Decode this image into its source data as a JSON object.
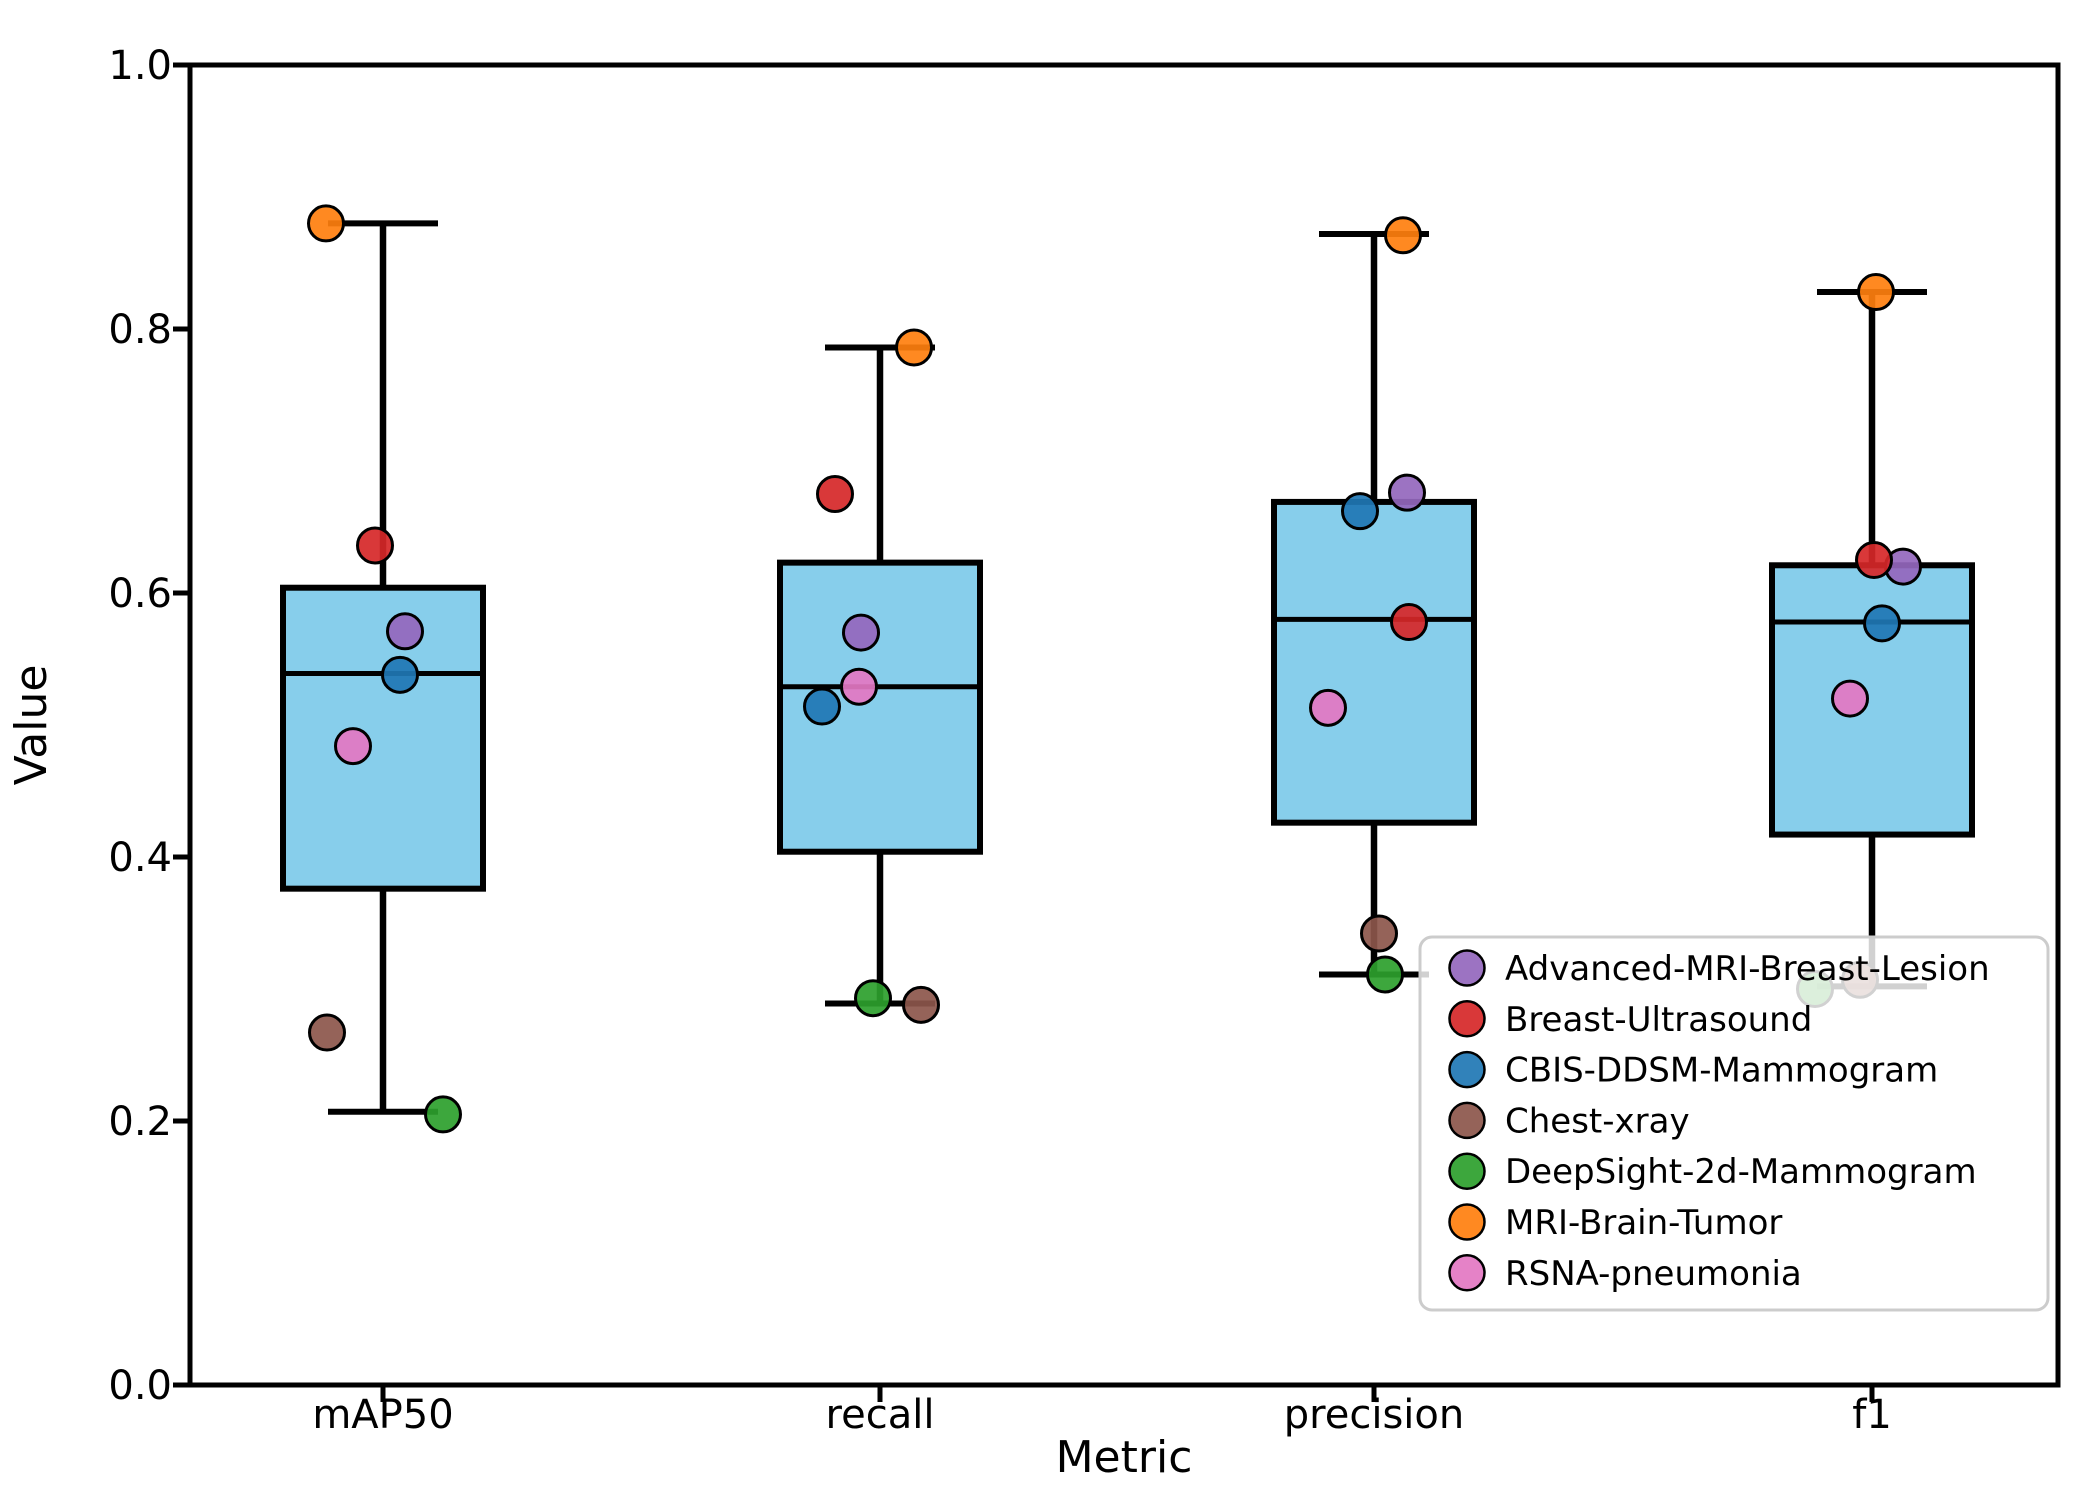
{
  "chart_data": {
    "type": "box",
    "title": "",
    "xlabel": "Metric",
    "ylabel": "Value",
    "ylim": [
      0.0,
      1.0
    ],
    "ytick_labels": [
      "0.0",
      "0.2",
      "0.4",
      "0.6",
      "0.8",
      "1.0"
    ],
    "ytick_values": [
      0.0,
      0.2,
      0.4,
      0.6,
      0.8,
      1.0
    ],
    "grid": false,
    "legend_position": "lower-right",
    "categories": [
      "mAP50",
      "recall",
      "precision",
      "f1"
    ],
    "box_style": {
      "fill_color": "#87ceeb",
      "edge_color": "#000000",
      "median_color": "#000000"
    },
    "boxes": [
      {
        "category": "mAP50",
        "whisker_low": 0.207,
        "q1": 0.376,
        "median": 0.539,
        "q3": 0.604,
        "whisker_high": 0.88
      },
      {
        "category": "recall",
        "whisker_low": 0.289,
        "q1": 0.404,
        "median": 0.529,
        "q3": 0.623,
        "whisker_high": 0.786
      },
      {
        "category": "precision",
        "whisker_low": 0.311,
        "q1": 0.426,
        "median": 0.58,
        "q3": 0.669,
        "whisker_high": 0.872
      },
      {
        "category": "f1",
        "whisker_low": 0.302,
        "q1": 0.417,
        "median": 0.578,
        "q3": 0.621,
        "whisker_high": 0.828
      }
    ],
    "series": [
      {
        "name": "Advanced-MRI-Breast-Lesion",
        "color": "#9467bd",
        "values": [
          0.571,
          0.57,
          0.676,
          0.62
        ],
        "jitter_dx": [
          22,
          -19,
          33,
          31
        ]
      },
      {
        "name": "Breast-Ultrasound",
        "color": "#d62728",
        "values": [
          0.636,
          0.675,
          0.578,
          0.625
        ],
        "jitter_dx": [
          -8,
          -45,
          35,
          2
        ]
      },
      {
        "name": "CBIS-DDSM-Mammogram",
        "color": "#1f77b4",
        "values": [
          0.538,
          0.514,
          0.662,
          0.577
        ],
        "jitter_dx": [
          17,
          -58,
          -14,
          10
        ]
      },
      {
        "name": "Chest-xray",
        "color": "#8c564b",
        "values": [
          0.267,
          0.288,
          0.342,
          0.307
        ],
        "jitter_dx": [
          -56,
          41,
          5,
          -12
        ]
      },
      {
        "name": "DeepSight-2d-Mammogram",
        "color": "#2ca02c",
        "values": [
          0.205,
          0.293,
          0.311,
          0.3
        ],
        "jitter_dx": [
          60,
          -7,
          11,
          -57
        ]
      },
      {
        "name": "MRI-Brain-Tumor",
        "color": "#ff7f0e",
        "values": [
          0.88,
          0.786,
          0.871,
          0.828
        ],
        "jitter_dx": [
          -57,
          34,
          29,
          4
        ]
      },
      {
        "name": "RSNA-pneumonia",
        "color": "#e377c2",
        "values": [
          0.484,
          0.529,
          0.513,
          0.52
        ],
        "jitter_dx": [
          -30,
          -21,
          -46,
          -22
        ]
      }
    ],
    "legend_items": [
      "Advanced-MRI-Breast-Lesion",
      "Breast-Ultrasound",
      "CBIS-DDSM-Mammogram",
      "Chest-xray",
      "DeepSight-2d-Mammogram",
      "MRI-Brain-Tumor",
      "RSNA-pneumonia"
    ]
  }
}
